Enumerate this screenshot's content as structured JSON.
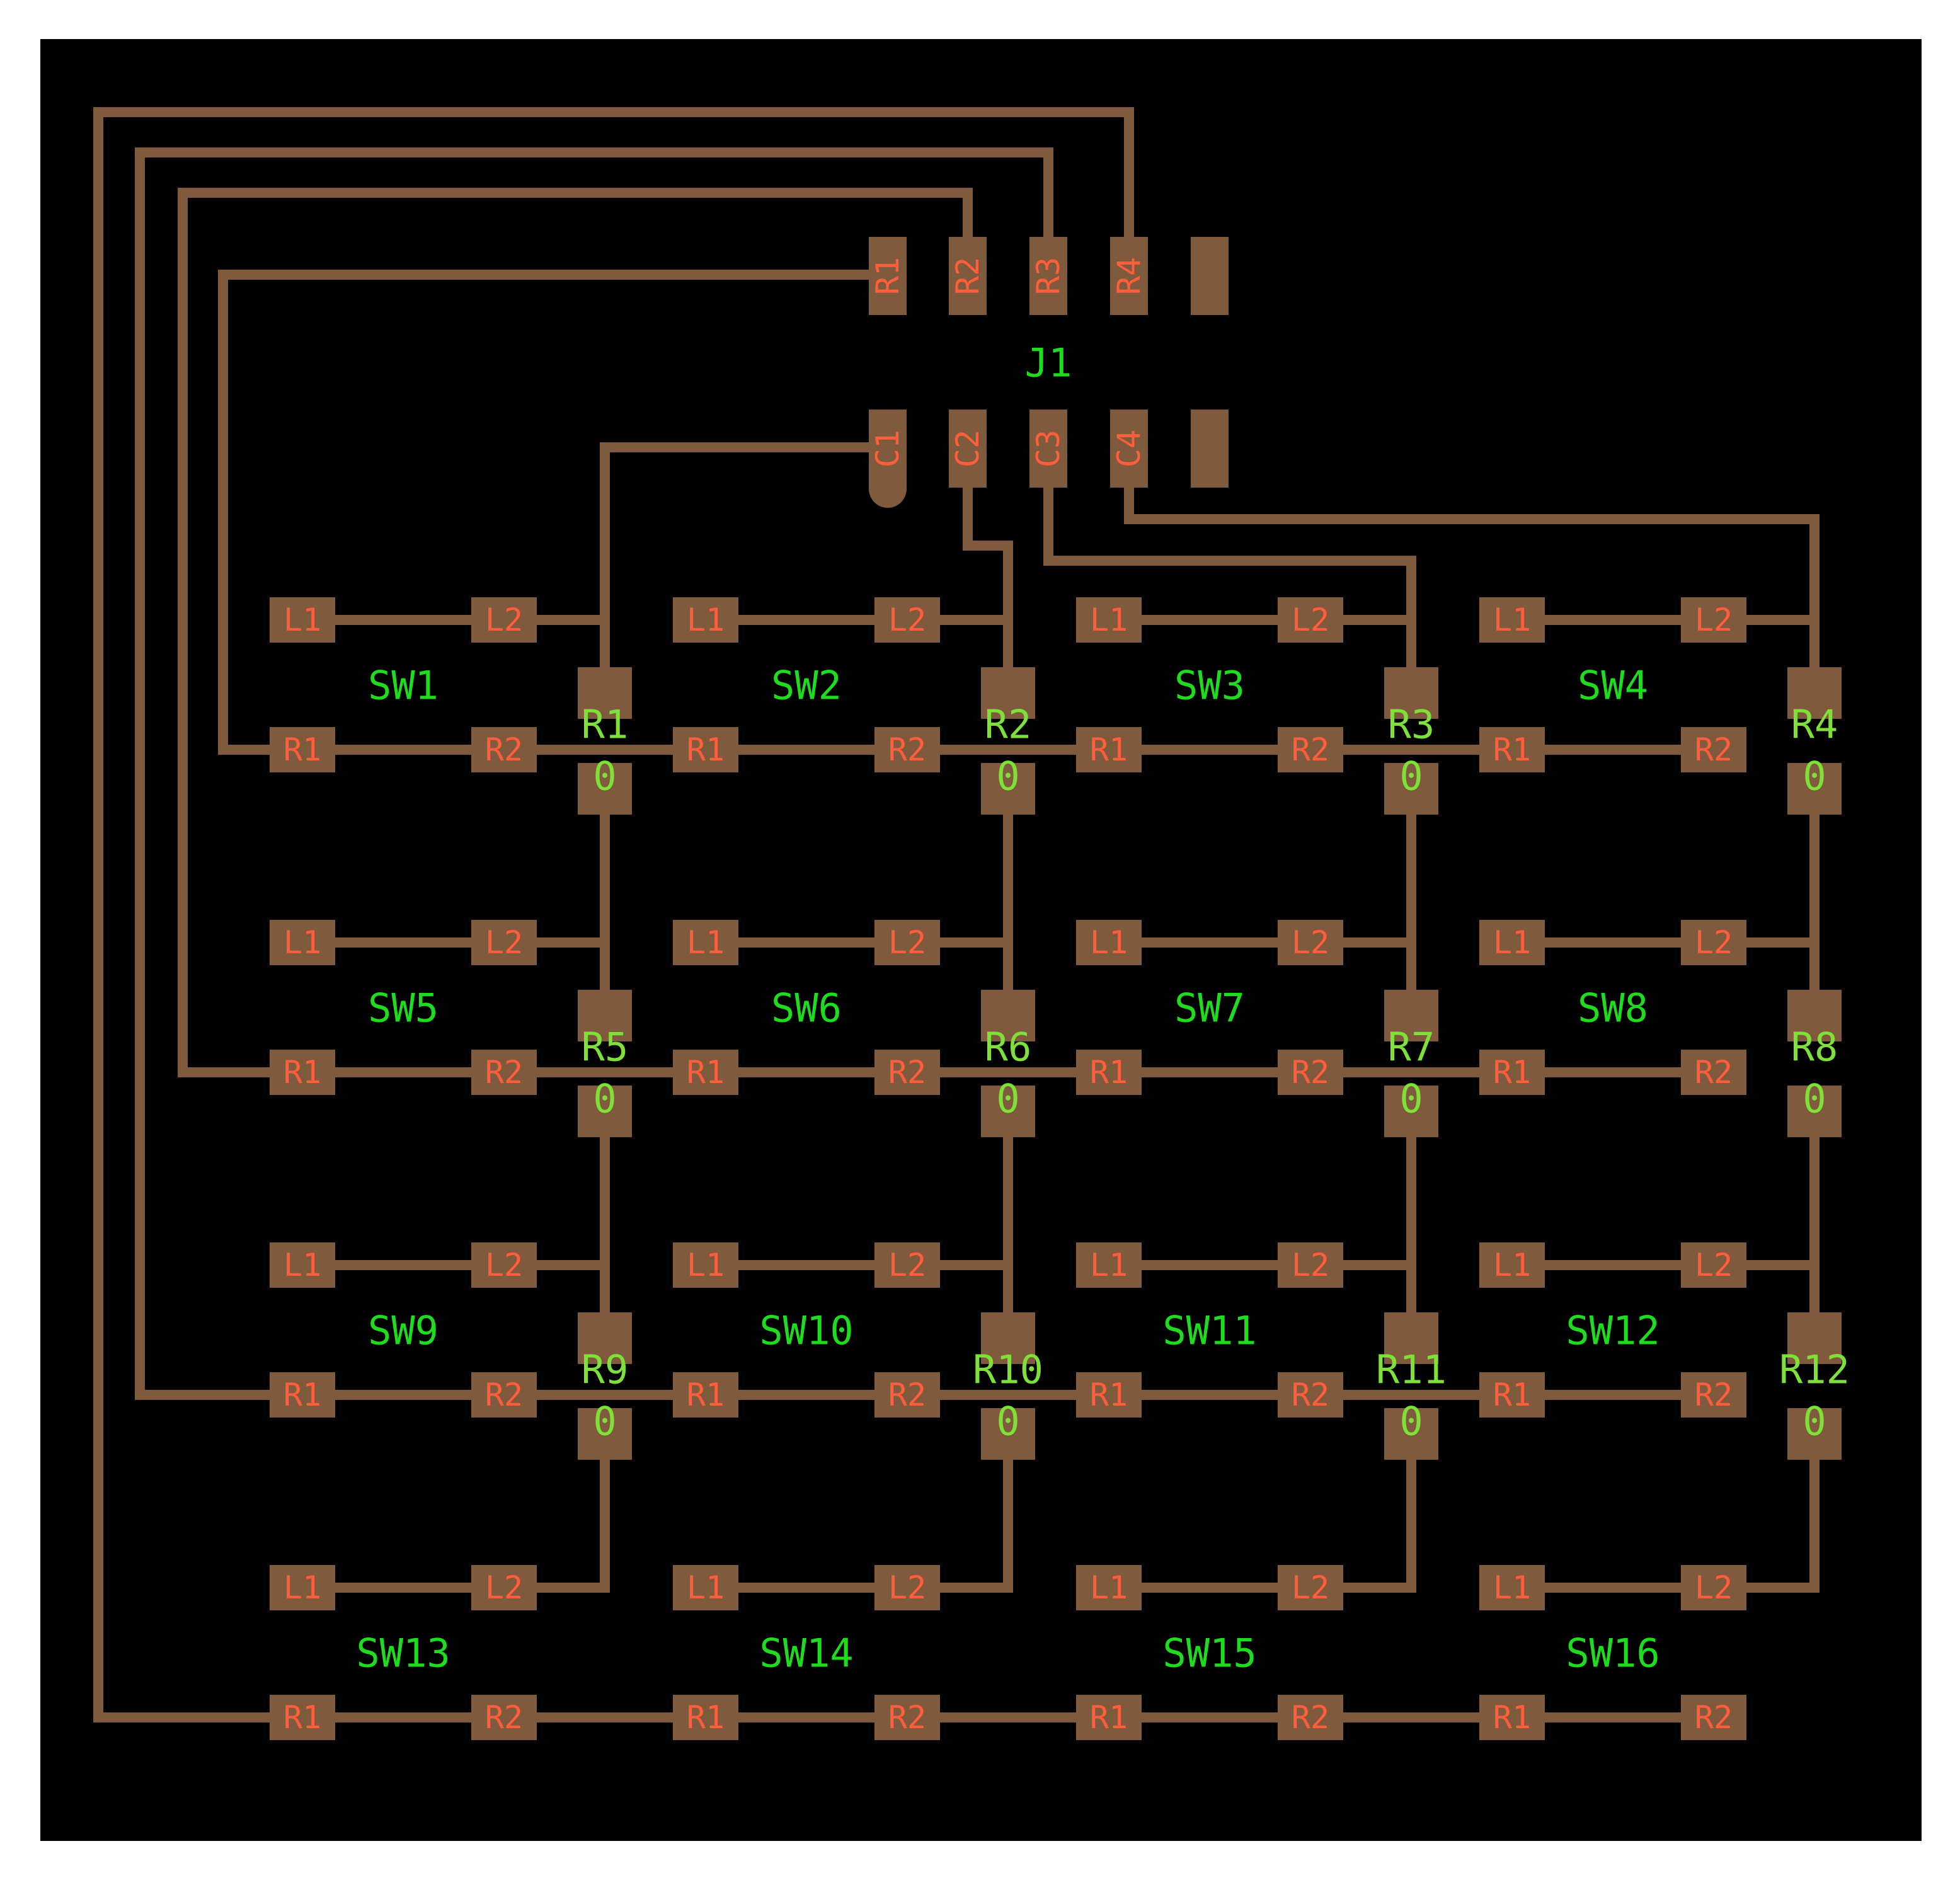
{
  "colors": {
    "background": "#000000",
    "copper": "#805a3c",
    "pad_label": "#ff5f3a",
    "ref_label": "#1edc1e",
    "value_label": "#7fe03a",
    "border": "#ffffff"
  },
  "connector": {
    "ref": "J1",
    "row_pins": [
      "R1",
      "R2",
      "R3",
      "R4"
    ],
    "col_pins": [
      "C1",
      "C2",
      "C3",
      "C4"
    ]
  },
  "switch_pads": {
    "left": [
      "L1",
      "L2"
    ],
    "right": [
      "R1",
      "R2"
    ]
  },
  "switches": [
    "SW1",
    "SW2",
    "SW3",
    "SW4",
    "SW5",
    "SW6",
    "SW7",
    "SW8",
    "SW9",
    "SW10",
    "SW11",
    "SW12",
    "SW13",
    "SW14",
    "SW15",
    "SW16"
  ],
  "resistors": [
    {
      "ref": "R1",
      "value": "0"
    },
    {
      "ref": "R2",
      "value": "0"
    },
    {
      "ref": "R3",
      "value": "0"
    },
    {
      "ref": "R4",
      "value": "0"
    },
    {
      "ref": "R5",
      "value": "0"
    },
    {
      "ref": "R6",
      "value": "0"
    },
    {
      "ref": "R7",
      "value": "0"
    },
    {
      "ref": "R8",
      "value": "0"
    },
    {
      "ref": "R9",
      "value": "0"
    },
    {
      "ref": "R10",
      "value": "0"
    },
    {
      "ref": "R11",
      "value": "0"
    },
    {
      "ref": "R12",
      "value": "0"
    }
  ]
}
